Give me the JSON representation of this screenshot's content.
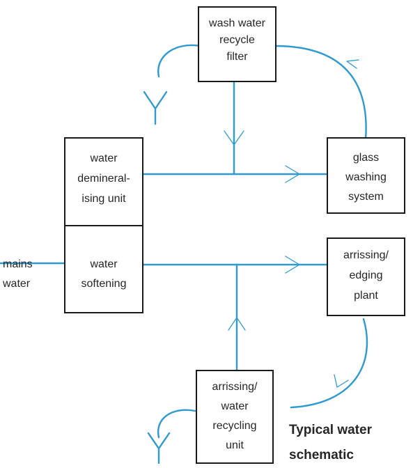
{
  "diagram": {
    "nodes": {
      "wash_filter": [
        "wash water",
        "recycle",
        "filter"
      ],
      "demin": [
        "water",
        "demineral-",
        "ising unit"
      ],
      "softening": [
        "water",
        "softening"
      ],
      "glass": [
        "glass",
        "washing",
        "system"
      ],
      "edging": [
        "arrissing/",
        "edging",
        "plant"
      ],
      "recycling": [
        "arrissing/",
        "water",
        "recycling",
        "unit"
      ]
    },
    "inputs": {
      "mains": [
        "mains",
        "water"
      ]
    },
    "title": [
      "Typical water",
      "schematic"
    ]
  },
  "colors": {
    "flow": "#2e9ad0",
    "outline": "#1a1a1a",
    "text": "#262626"
  }
}
